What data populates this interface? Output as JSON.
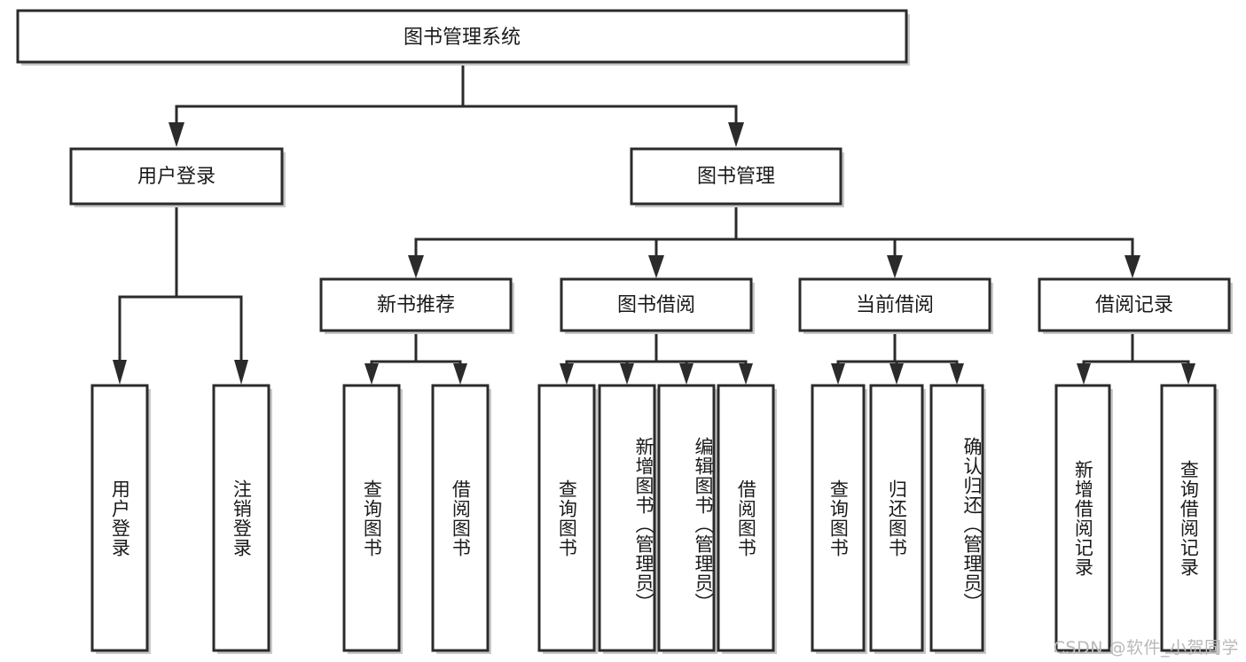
{
  "diagram": {
    "title": "图书管理系统",
    "watermark": "CSDN @软件_小贺同学",
    "colors": {
      "box_stroke": "#2b2b2b",
      "box_fill": "#ffffff",
      "text": "#1a1a1a",
      "watermark": "#b9b9b9",
      "background": "#ffffff"
    },
    "root": {
      "label": "图书管理系统"
    },
    "level1": [
      {
        "label": "用户登录"
      },
      {
        "label": "图书管理"
      }
    ],
    "level2": [
      {
        "label": "新书推荐"
      },
      {
        "label": "图书借阅"
      },
      {
        "label": "当前借阅"
      },
      {
        "label": "借阅记录"
      }
    ],
    "leaves": {
      "user_login": [
        {
          "label": "用户登录"
        },
        {
          "label": "注销登录"
        }
      ],
      "new_book_recommend": [
        {
          "label": "查询图书"
        },
        {
          "label": "借阅图书"
        }
      ],
      "book_borrow": [
        {
          "label": "查询图书"
        },
        {
          "label": "新增图书（管理员）"
        },
        {
          "label": "编辑图书（管理员）"
        },
        {
          "label": "借阅图书"
        }
      ],
      "current_borrow": [
        {
          "label": "查询图书"
        },
        {
          "label": "归还图书"
        },
        {
          "label": "确认归还（管理员）"
        }
      ],
      "borrow_record": [
        {
          "label": "新增借阅记录"
        },
        {
          "label": "查询借阅记录"
        }
      ]
    }
  }
}
